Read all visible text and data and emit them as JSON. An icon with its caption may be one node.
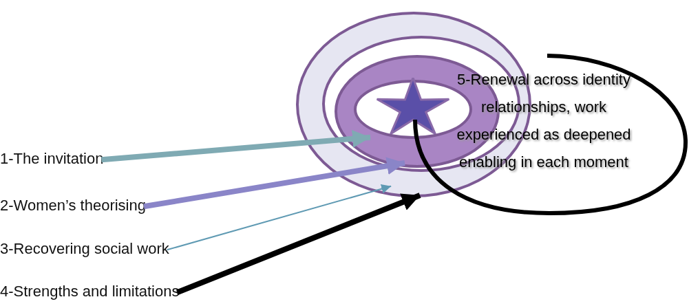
{
  "diagram": {
    "nodes": [
      {
        "text": [],
        "shape": "ellipse"
      },
      {
        "text": [],
        "shape": "ellipse",
        "in": 0
      },
      {
        "text": [],
        "shape": "ellipse",
        "in": 1
      },
      {
        "text": [],
        "shape": "ellipse",
        "in": 2
      },
      {
        "text": [],
        "shape": "star",
        "in": 3
      },
      {
        "text": [
          "1-The invitation"
        ]
      },
      {
        "text": [
          "2-Women’s theorising"
        ]
      },
      {
        "text": [
          "3-Recovering social work"
        ]
      },
      {
        "text": [
          "4-Strengths and limitations"
        ]
      },
      {
        "text": [
          "5-Renewal across identity relationships, work experienced as deepened enabling in each moment"
        ]
      }
    ],
    "edges": [
      {
        "from": 5,
        "to": 2,
        "arrow": "to",
        "color": "#7faab3"
      },
      {
        "from": 6,
        "to": 1,
        "arrow": "to",
        "color": "#8a85c8"
      },
      {
        "from": 7,
        "to": 0,
        "arrow": "to",
        "color": "#5f9ab3"
      },
      {
        "from": 8,
        "to": 9,
        "arrow": "to",
        "color": "#000000"
      }
    ]
  }
}
